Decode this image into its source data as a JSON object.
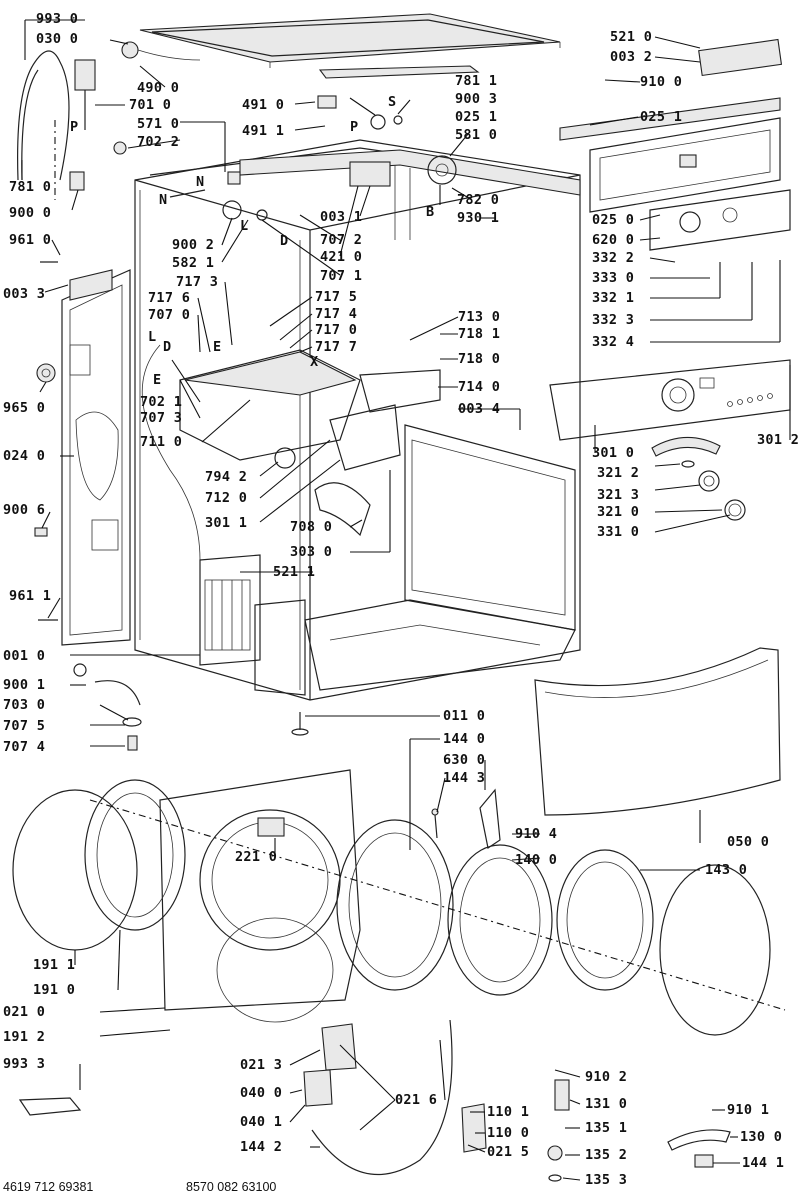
{
  "labels": {
    "l9930": "993 0",
    "l0300": "030 0",
    "l4900": "490 0",
    "l7010": "701 0",
    "l5710": "571 0",
    "l7022": "702 2",
    "l7810a": "781 0",
    "l9000a": "900 0",
    "l9610": "961 0",
    "l0033": "003 3",
    "l9650": "965 0",
    "l0240": "024 0",
    "l9006": "900 6",
    "l9611": "961 1",
    "l0010": "001 0",
    "l9001": "900 1",
    "l7030": "703 0",
    "l7075": "707 5",
    "l7074": "707 4",
    "l1911": "191 1",
    "l1910": "191 0",
    "l0210": "021 0",
    "l1912": "191 2",
    "l9933": "993 3",
    "l4910": "491 0",
    "l4911": "491 1",
    "l7811": "781 1",
    "l9003": "900 3",
    "l0251a": "025 1",
    "l5810": "581 0",
    "l7820": "782 0",
    "l9301": "930 1",
    "l0031": "003 1",
    "l7072": "707 2",
    "l4210": "421 0",
    "l7071": "707 1",
    "l9002": "900 2",
    "l5821": "582 1",
    "l7173": "717 3",
    "l7176": "717 6",
    "l7070": "707 0",
    "l7175": "717 5",
    "l7174": "717 4",
    "l7170": "717 0",
    "l7177": "717 7",
    "l7130": "713 0",
    "l7181": "718 1",
    "l7180": "718 0",
    "l7140": "714 0",
    "l0034": "003 4",
    "l7021": "702 1",
    "l7073": "707 3",
    "l7110": "711 0",
    "l7942": "794 2",
    "l7120": "712 0",
    "l3011": "301 1",
    "l7080": "708 0",
    "l3030": "303 0",
    "l5211": "521 1",
    "l0110": "011 0",
    "l1440": "144 0",
    "l6300": "630 0",
    "l1443": "144 3",
    "l9104": "910 4",
    "l2210": "221 0",
    "l1400": "140 0",
    "l1430": "143 0",
    "l0500": "050 0",
    "l5210": "521 0",
    "l0032": "003 2",
    "l9100": "910 0",
    "l0251b": "025 1",
    "l0250": "025 0",
    "l6200": "620 0",
    "l3322": "332 2",
    "l3330": "333 0",
    "l3321": "332 1",
    "l3323": "332 3",
    "l3324": "332 4",
    "l3010": "301 0",
    "l3012": "301 2",
    "l3212": "321 2",
    "l3213": "321 3",
    "l3210": "321 0",
    "l3310": "331 0",
    "l0213": "021 3",
    "l0400": "040 0",
    "l0401": "040 1",
    "l1442": "144 2",
    "l0216": "021 6",
    "l1101": "110 1",
    "l1100": "110 0",
    "l0215": "021 5",
    "l9102": "910 2",
    "l1310": "131 0",
    "l1351": "135 1",
    "l1352": "135 2",
    "l1353": "135 3",
    "l9101": "910 1",
    "l1300": "130 0",
    "l1441": "144 1"
  },
  "letters": {
    "p1": "P",
    "p2": "P",
    "s": "S",
    "n1": "N",
    "n2": "N",
    "l1": "L",
    "l2": "L",
    "d1": "D",
    "d2": "D",
    "e1": "E",
    "e2": "E",
    "b": "B",
    "x": "X"
  },
  "footer": {
    "left_code": "4619 712 69381",
    "right_code": "8570 082 63100"
  }
}
